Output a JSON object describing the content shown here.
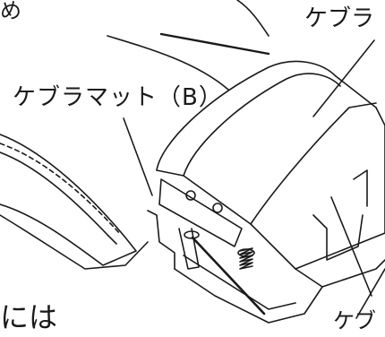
{
  "labels": {
    "main": "ケブラマット（B）",
    "top_right": "ケブラ",
    "bottom_right": "ケブ",
    "fragment_top": "め",
    "fragment_bottom": "には"
  },
  "colors": {
    "ink": "#1a1a1a",
    "background": "#ffffff"
  }
}
